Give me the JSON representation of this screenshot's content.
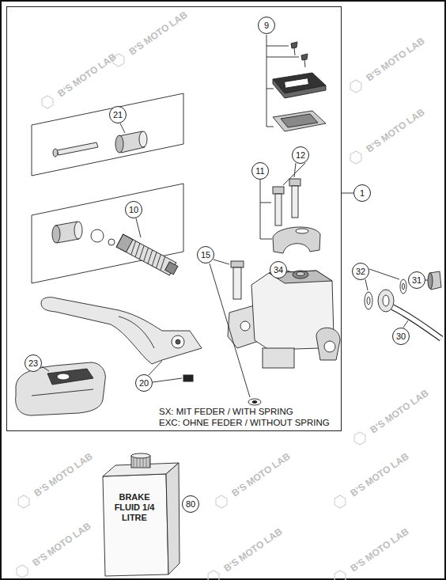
{
  "diagram": {
    "nodes": [
      {
        "text": [
          "SX: MIT FEDER / WITH SPRING",
          "EXC: OHNE FEDER / WITHOUT SPRING"
        ]
      },
      {
        "text": [
          "9"
        ],
        "in": 0
      },
      {
        "text": [
          "21"
        ],
        "in": 0
      },
      {
        "text": [
          "12"
        ],
        "in": 0
      },
      {
        "text": [
          "11"
        ],
        "in": 0
      },
      {
        "text": [
          "1"
        ]
      },
      {
        "text": [
          "10"
        ],
        "in": 0
      },
      {
        "text": [
          "15"
        ],
        "in": 0
      },
      {
        "text": [
          "34"
        ],
        "in": 0
      },
      {
        "text": [
          "32"
        ]
      },
      {
        "text": [
          "31"
        ]
      },
      {
        "text": [
          "30"
        ]
      },
      {
        "text": [
          "23"
        ],
        "in": 0
      },
      {
        "text": [
          "20"
        ],
        "in": 0
      },
      {
        "text": [
          "80"
        ]
      }
    ],
    "edges": [
      {
        "from": 5,
        "to": 0,
        "arrow": "none"
      }
    ],
    "labels": [
      "BRAKE FLUID 1/4 LITRE",
      "B'S MOTO LAB",
      "B'S MOTO LAB",
      "B'S MOTO LAB",
      "B'S MOTO LAB",
      "B'S MOTO LAB",
      "B'S MOTO LAB",
      "B'S MOTO LAB",
      "B'S MOTO LAB",
      "B'S MOTO LAB",
      "B'S MOTO LAB",
      "B'S MOTO LAB"
    ]
  }
}
